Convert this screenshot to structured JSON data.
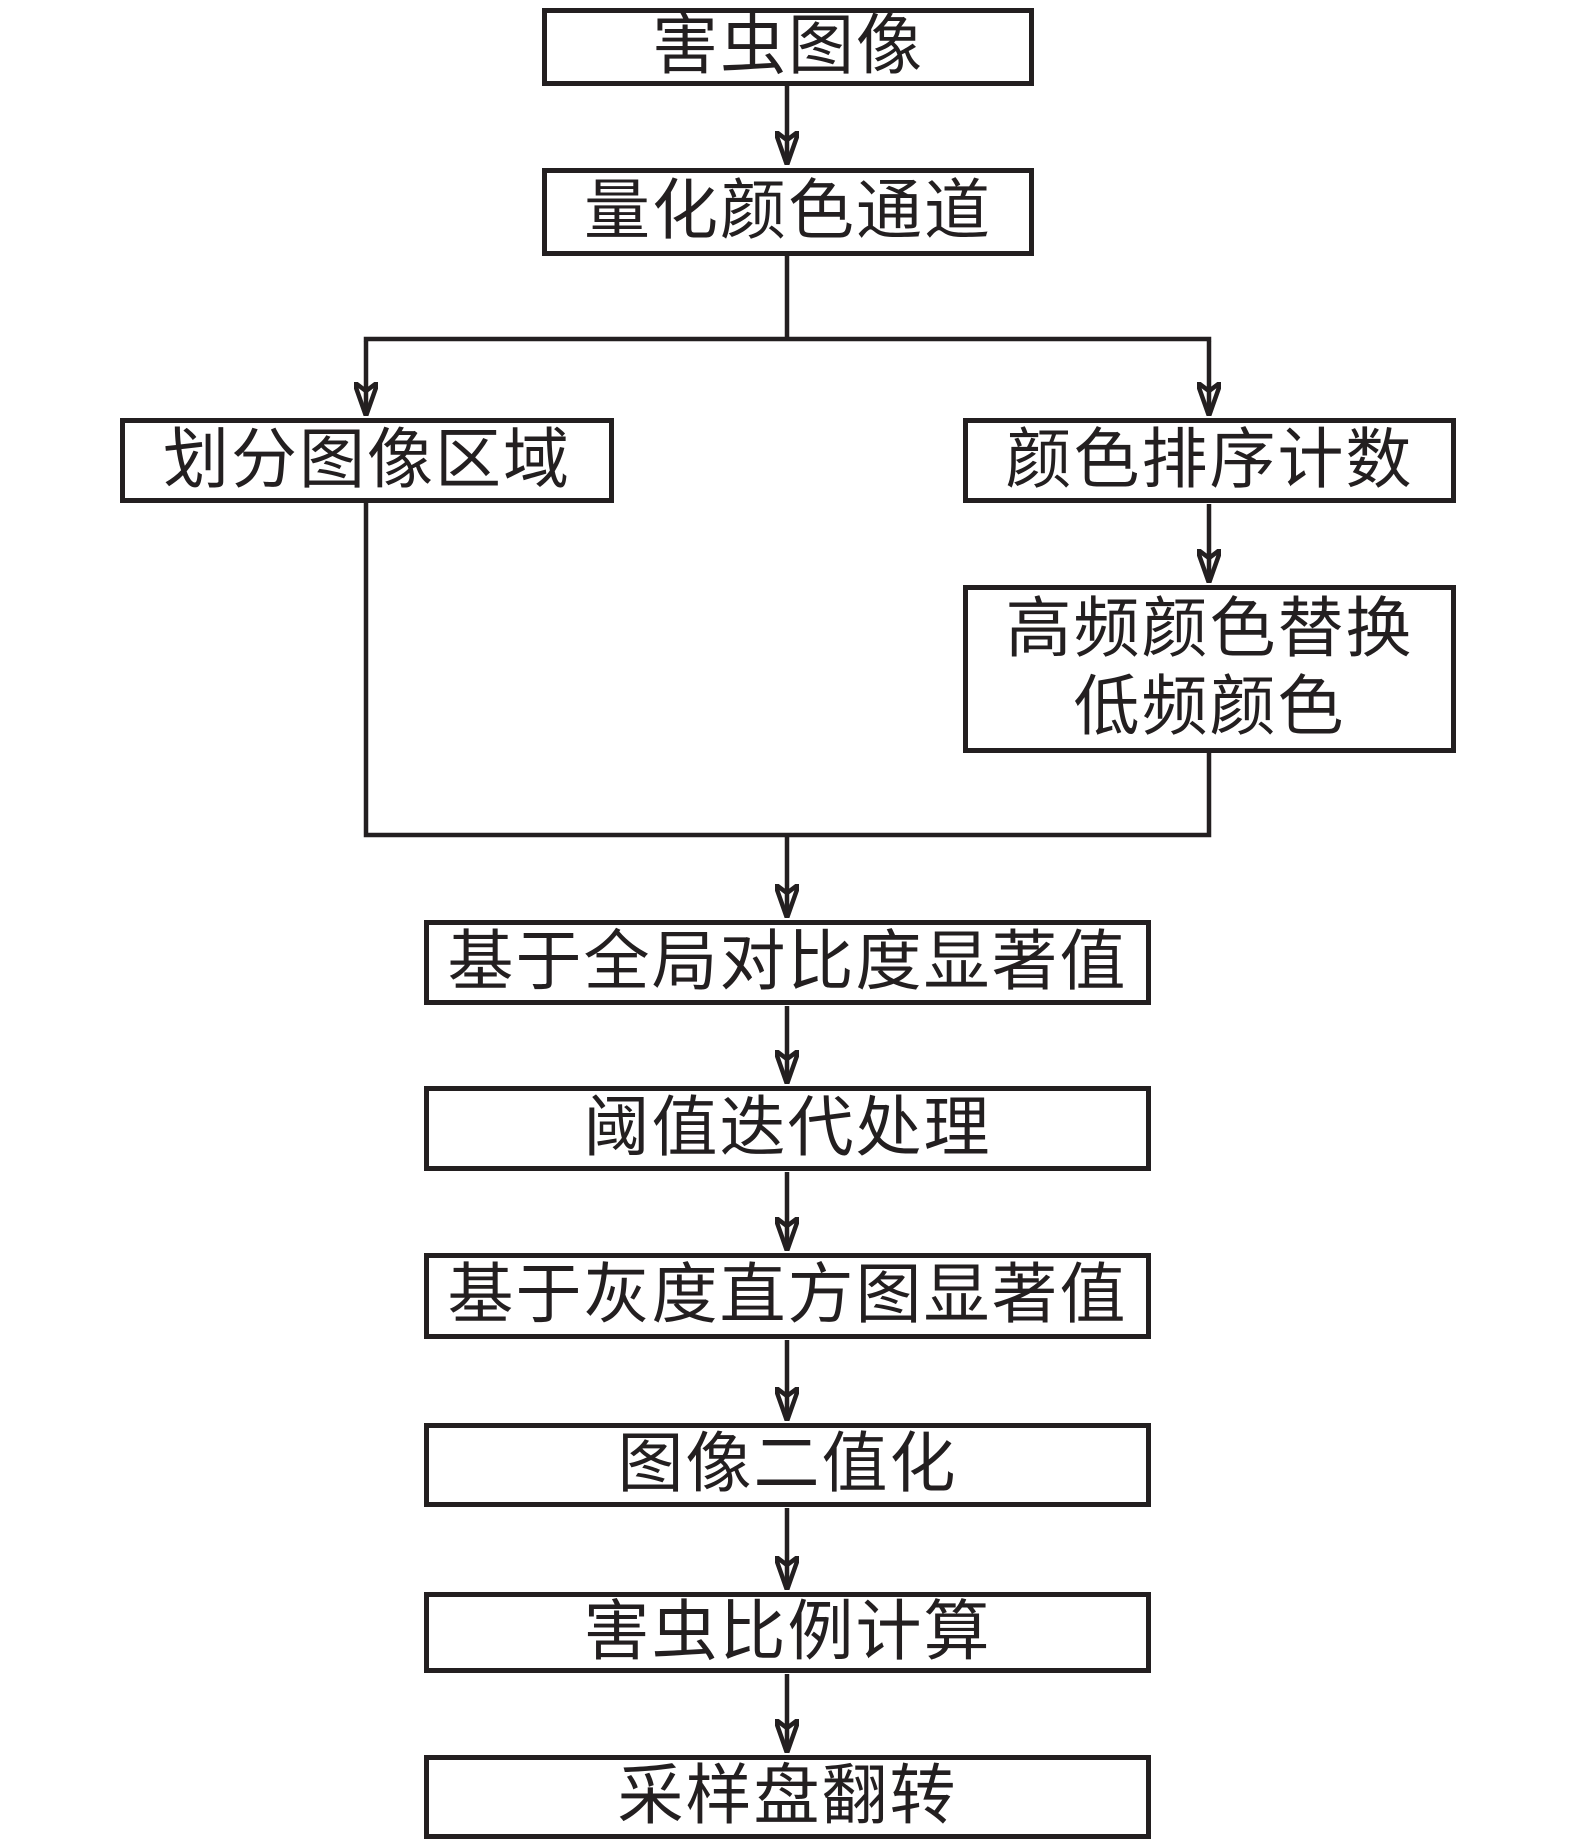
{
  "diagram": {
    "colors": {
      "line": "#231f20",
      "text": "#231f20",
      "background": "#ffffff"
    },
    "nodes": [
      {
        "id": "pest-image",
        "label": "害虫图像"
      },
      {
        "id": "quantize-color-channel",
        "label": "量化颜色通道"
      },
      {
        "id": "divide-image-region",
        "label": "划分图像区域"
      },
      {
        "id": "color-sort-count",
        "label": "颜色排序计数"
      },
      {
        "id": "high-freq-color-replace",
        "lines": [
          "高频颜色替换",
          "低频颜色"
        ]
      },
      {
        "id": "global-contrast-saliency",
        "label": "基于全局对比度显著值"
      },
      {
        "id": "threshold-iteration",
        "label": "阈值迭代处理"
      },
      {
        "id": "gray-histogram-saliency",
        "label": "基于灰度直方图显著值"
      },
      {
        "id": "image-binarization",
        "label": "图像二值化"
      },
      {
        "id": "pest-ratio-calculation",
        "label": "害虫比例计算"
      },
      {
        "id": "sampling-plate-flip",
        "label": "采样盘翻转"
      }
    ],
    "edges": [
      {
        "from": "pest-image",
        "to": "quantize-color-channel"
      },
      {
        "from": "quantize-color-channel",
        "to": "divide-image-region"
      },
      {
        "from": "quantize-color-channel",
        "to": "color-sort-count"
      },
      {
        "from": "color-sort-count",
        "to": "high-freq-color-replace"
      },
      {
        "from": "divide-image-region",
        "to": "global-contrast-saliency"
      },
      {
        "from": "high-freq-color-replace",
        "to": "global-contrast-saliency"
      },
      {
        "from": "global-contrast-saliency",
        "to": "threshold-iteration"
      },
      {
        "from": "threshold-iteration",
        "to": "gray-histogram-saliency"
      },
      {
        "from": "gray-histogram-saliency",
        "to": "image-binarization"
      },
      {
        "from": "image-binarization",
        "to": "pest-ratio-calculation"
      },
      {
        "from": "pest-ratio-calculation",
        "to": "sampling-plate-flip"
      }
    ]
  }
}
